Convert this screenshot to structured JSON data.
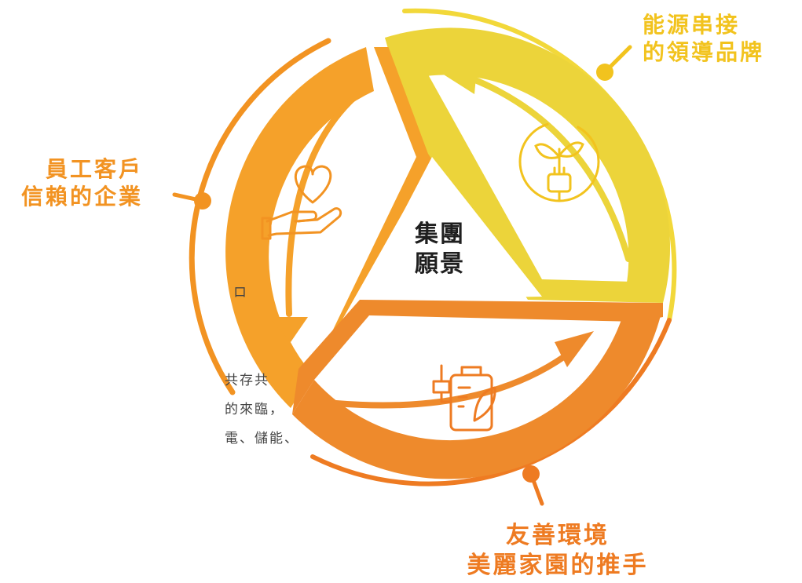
{
  "center": {
    "line1": "集團",
    "line2": "願景"
  },
  "pillars": {
    "energy": {
      "line1": "能源串接",
      "line2": "的領導品牌",
      "color": "#f2c31e",
      "icon": "plant-plug-icon"
    },
    "trust": {
      "line1": "員工客戶",
      "line2": "信賴的企業",
      "color": "#f29322",
      "icon": "heart-hand-icon"
    },
    "environment": {
      "line1": "友善環境",
      "line2": "美麗家園的推手",
      "color": "#ee7b22",
      "icon": "battery-leaf-icon"
    }
  },
  "text_fragments": [
    "ロ",
    "共存共",
    "的來臨，",
    "電、儲能、"
  ]
}
